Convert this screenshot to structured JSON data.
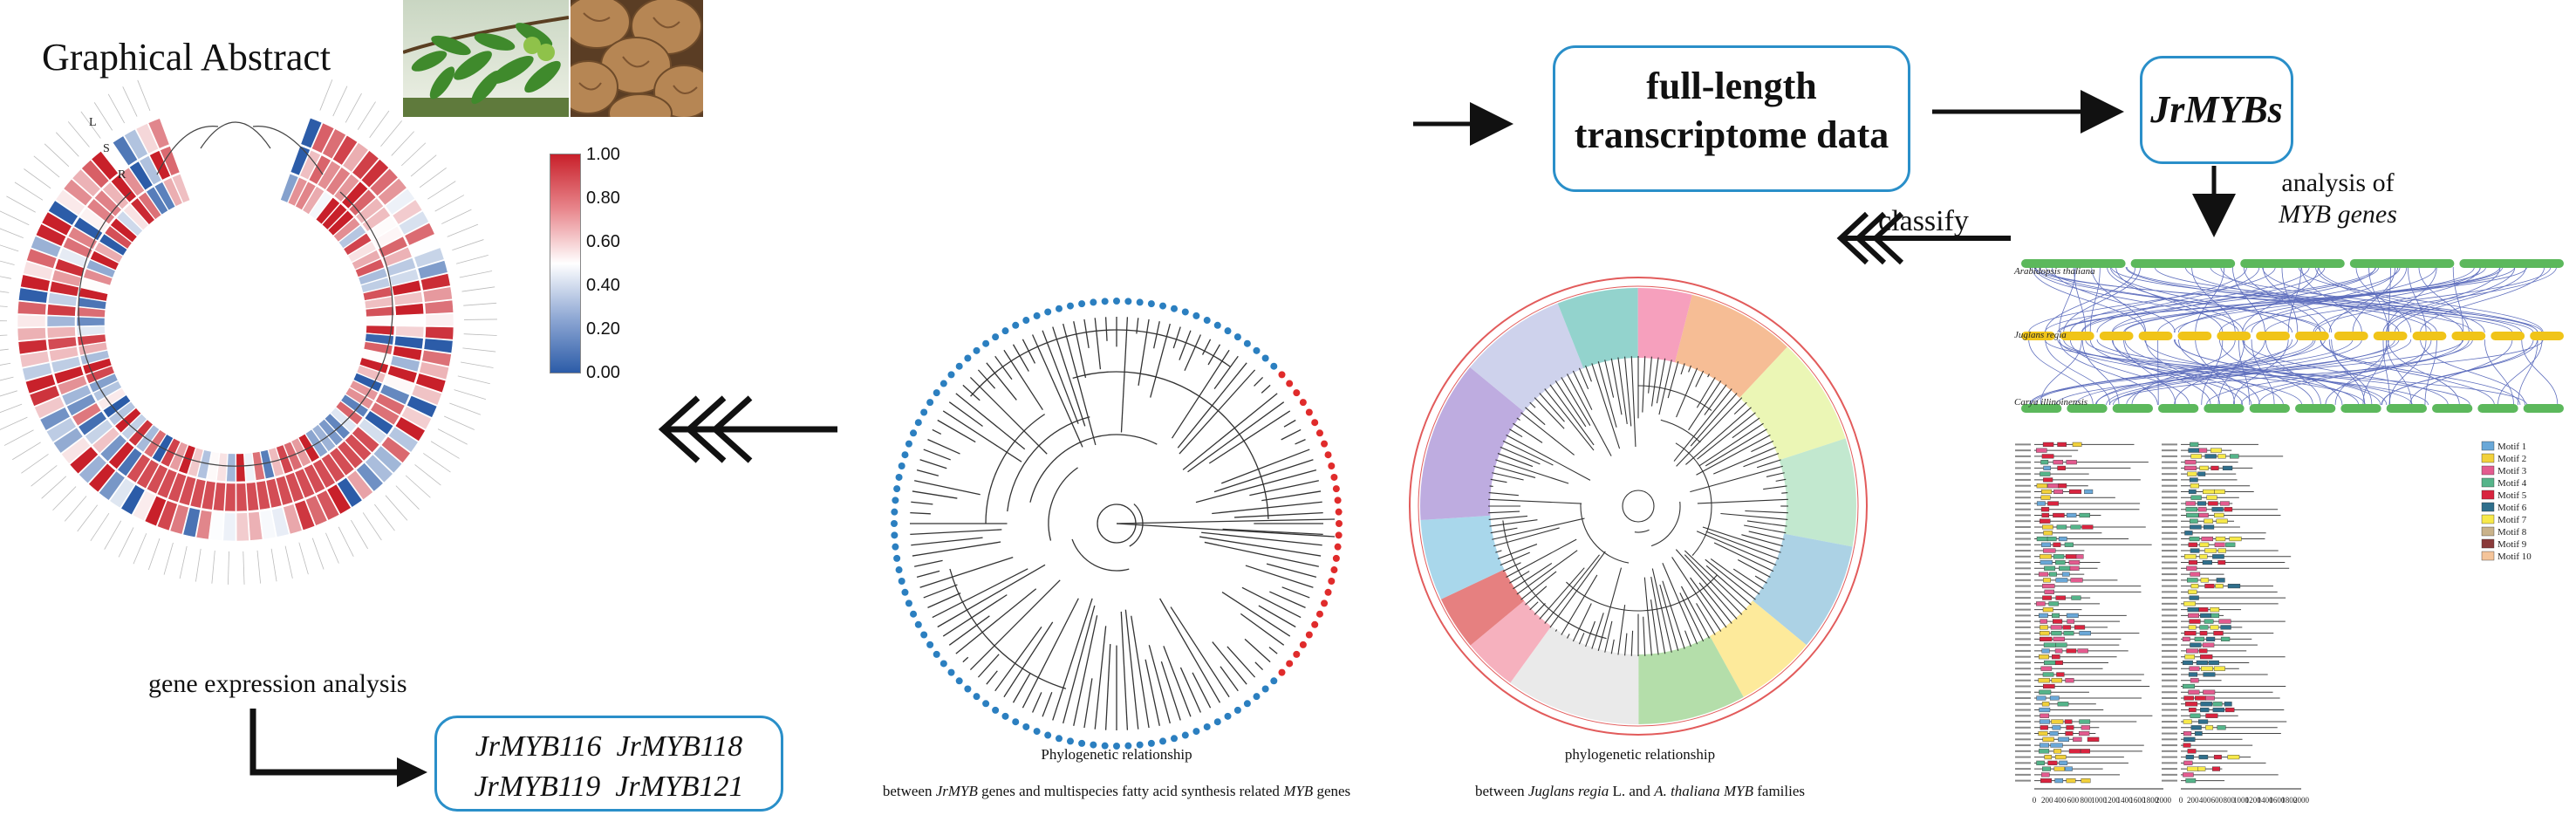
{
  "title": "Graphical Abstract",
  "flow": {
    "box1_line1": "full-length",
    "box1_line2": "transcriptome data",
    "box2": "JrMYBs",
    "analysis_line1": "analysis of",
    "analysis_line2": "MYB genes",
    "classify": "classify",
    "gene_expression": "gene expression analysis"
  },
  "genes": {
    "line1": "JrMYB116  JrMYB118",
    "line2": "JrMYB119  JrMYB121"
  },
  "heatmap": {
    "scale_labels": [
      "1.00",
      "0.80",
      "0.60",
      "0.40",
      "0.20",
      "0.00"
    ],
    "ring_labels": [
      "L",
      "S",
      "R"
    ],
    "colors": {
      "high": "#c8202a",
      "mid": "#ffffff",
      "low": "#2c5ca8"
    }
  },
  "tree1_caption": {
    "line1": "Phylogenetic relationship",
    "line2_pre": "between ",
    "line2_gene": "JrMYB",
    "line2_mid": " genes and multispecies fatty acid synthesis related ",
    "line2_gene2": "MYB",
    "line2_post": " genes"
  },
  "tree2_caption": {
    "line1": "phylogenetic relationship",
    "line2_pre": "between ",
    "line2_sp1": "Juglans regia",
    "line2_mid": " L. and ",
    "line2_sp2": "A. thaliana",
    "line2_gene": " MYB",
    "line2_post": " families"
  },
  "synteny": {
    "species": [
      "Arabidopsis thaliana",
      "Juglans regia",
      "Carya illinoinensis"
    ]
  },
  "motif_legend": [
    "Motif 1",
    "Motif 2",
    "Motif 3",
    "Motif 4",
    "Motif 5",
    "Motif 6",
    "Motif 7",
    "Motif 8",
    "Motif 9",
    "Motif 10"
  ],
  "motif_colors": [
    "#6aa8d8",
    "#f2d13b",
    "#e35b8f",
    "#55b48a",
    "#d9243f",
    "#2f6f8c",
    "#f7e94a",
    "#c9b28a",
    "#8a3b3b",
    "#f4c49a"
  ],
  "motif_axis": [
    "0",
    "200",
    "400",
    "600",
    "800",
    "1000",
    "1200",
    "1400",
    "1600",
    "1800",
    "2000"
  ]
}
